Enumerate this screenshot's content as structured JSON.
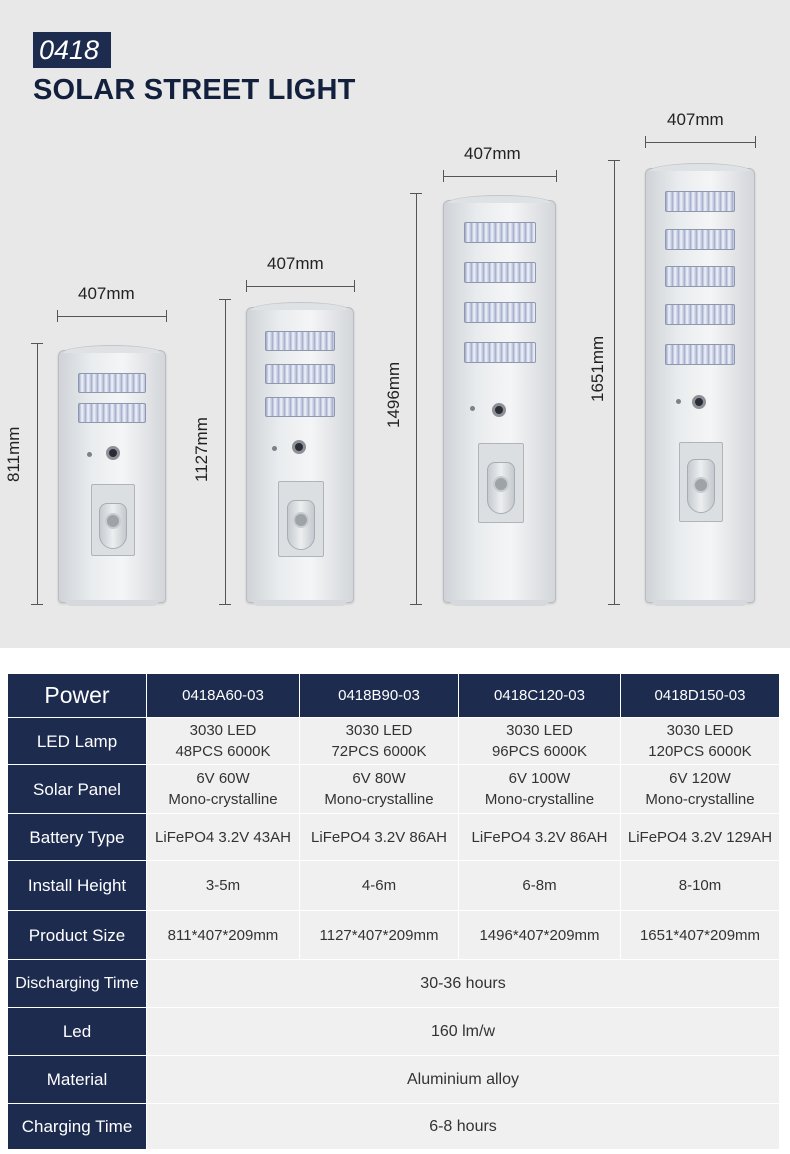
{
  "header": {
    "model_number": "0418",
    "title": "SOLAR STREET LIGHT"
  },
  "dimensions": [
    {
      "width_label": "407mm",
      "height_label": "811mm",
      "led_modules": 2
    },
    {
      "width_label": "407mm",
      "height_label": "1127mm",
      "led_modules": 3
    },
    {
      "width_label": "407mm",
      "height_label": "1496mm",
      "led_modules": 4
    },
    {
      "width_label": "407mm",
      "height_label": "1651mm",
      "led_modules": 5
    }
  ],
  "colors": {
    "navy": "#1d2b4f",
    "hero_background": "#e8e8e8",
    "cell_background": "#f0f0f0"
  },
  "table": {
    "header_label": "Power",
    "models": [
      "0418A60-03",
      "0418B90-03",
      "0418C120-03",
      "0418D150-03"
    ],
    "rows": [
      {
        "label": "LED Lamp",
        "cells": [
          [
            "3030 LED",
            "48PCS 6000K"
          ],
          [
            "3030 LED",
            "72PCS 6000K"
          ],
          [
            "3030 LED",
            "96PCS 6000K"
          ],
          [
            "3030 LED",
            "120PCS 6000K"
          ]
        ]
      },
      {
        "label": "Solar Panel",
        "cells": [
          [
            "6V 60W",
            "Mono-crystalline"
          ],
          [
            "6V 80W",
            "Mono-crystalline"
          ],
          [
            "6V 100W",
            "Mono-crystalline"
          ],
          [
            "6V 120W",
            "Mono-crystalline"
          ]
        ]
      },
      {
        "label": "Battery Type",
        "cells": [
          "LiFePO4 3.2V 43AH",
          "LiFePO4 3.2V 86AH",
          "LiFePO4 3.2V 86AH",
          "LiFePO4 3.2V 129AH"
        ]
      },
      {
        "label": "Install Height",
        "cells": [
          "3-5m",
          "4-6m",
          "6-8m",
          "8-10m"
        ]
      },
      {
        "label": "Product Size",
        "cells": [
          "811*407*209mm",
          "1127*407*209mm",
          "1496*407*209mm",
          "1651*407*209mm"
        ]
      }
    ],
    "shared_rows": [
      {
        "label": "Discharging Time",
        "value": "30-36 hours"
      },
      {
        "label": "Led",
        "value": "160 lm/w"
      },
      {
        "label": "Material",
        "value": "Aluminium alloy"
      },
      {
        "label": "Charging Time",
        "value": "6-8 hours"
      }
    ]
  }
}
